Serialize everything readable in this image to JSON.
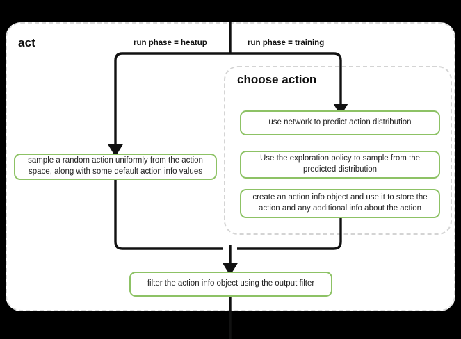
{
  "diagram": {
    "title": "act",
    "background_color": "#000000",
    "frame_color": "#ffffff",
    "node_border_color": "#8dc265",
    "group_border_color": "#d4d4d4",
    "arrow_color": "#111111",
    "groups": [
      {
        "id": "choose-action",
        "label": "choose action"
      }
    ],
    "edge_labels": [
      {
        "id": "heatup",
        "text": "run phase = heatup"
      },
      {
        "id": "training",
        "text": "run phase = training"
      }
    ],
    "nodes": [
      {
        "id": "sample",
        "text": "sample a random action uniformly from the action space, along with some default action info values"
      },
      {
        "id": "predict",
        "text": "use network to predict action distribution"
      },
      {
        "id": "explore",
        "text": "Use the exploration policy to sample from the predicted distribution"
      },
      {
        "id": "create",
        "text": "create an action info object and use it to store the action and any additional info about the action"
      },
      {
        "id": "filter",
        "text": "filter the action info object using the output filter"
      }
    ]
  }
}
